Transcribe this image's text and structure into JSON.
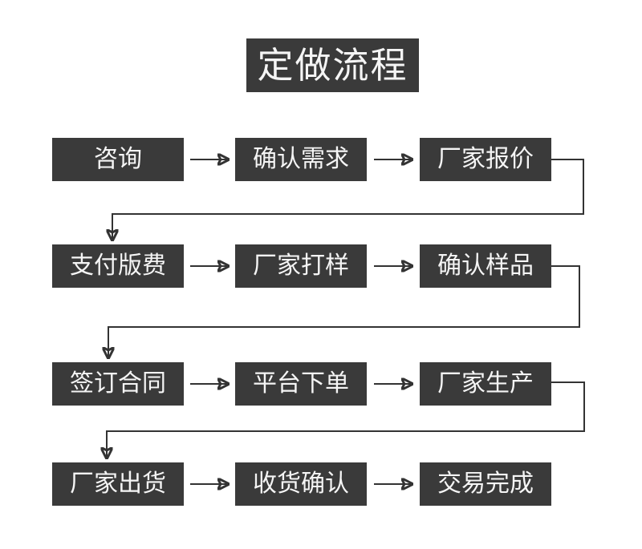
{
  "title": "定做流程",
  "flow": {
    "rows": [
      {
        "steps": [
          "咨询",
          "确认需求",
          "厂家报价"
        ]
      },
      {
        "steps": [
          "支付版费",
          "厂家打样",
          "确认样品"
        ]
      },
      {
        "steps": [
          "签订合同",
          "平台下单",
          "厂家生产"
        ]
      },
      {
        "steps": [
          "厂家出货",
          "收货确认",
          "交易完成"
        ]
      }
    ]
  },
  "colors": {
    "box_bg": "#3a3a3a",
    "box_text": "#f5f5f5",
    "connector": "#333333",
    "background": "#ffffff"
  }
}
